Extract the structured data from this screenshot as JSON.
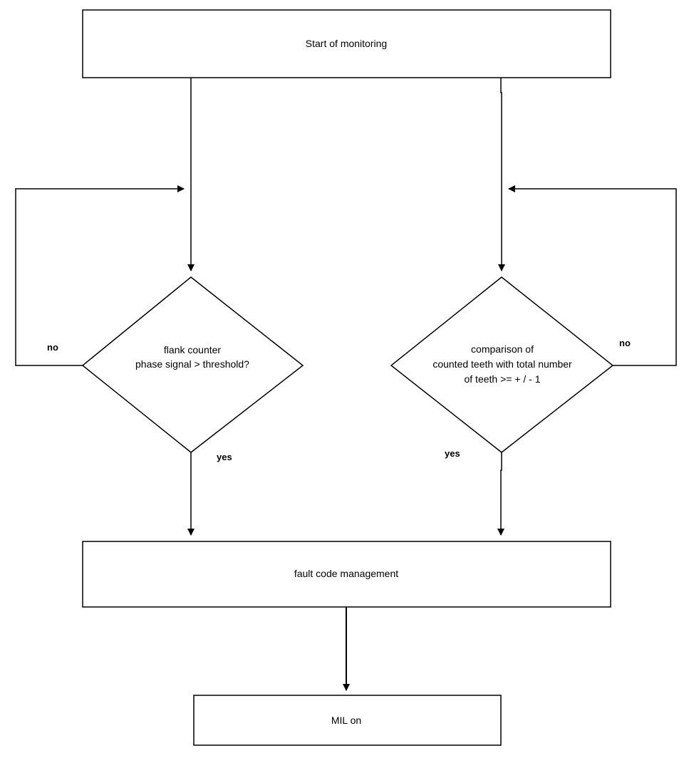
{
  "colors": {
    "stroke": "#000000",
    "background": "#ffffff",
    "text": "#000000"
  },
  "nodes": {
    "start": "Start of monitoring",
    "left_decision": [
      "flank counter",
      "phase signal > threshold?"
    ],
    "right_decision": [
      "comparison of",
      "counted teeth with total number",
      "of teeth >= + / - 1"
    ],
    "fault": "fault code management",
    "mil": "MIL on"
  },
  "edge_labels": {
    "left_no": "no",
    "left_yes": "yes",
    "right_no": "no",
    "right_yes": "yes"
  }
}
